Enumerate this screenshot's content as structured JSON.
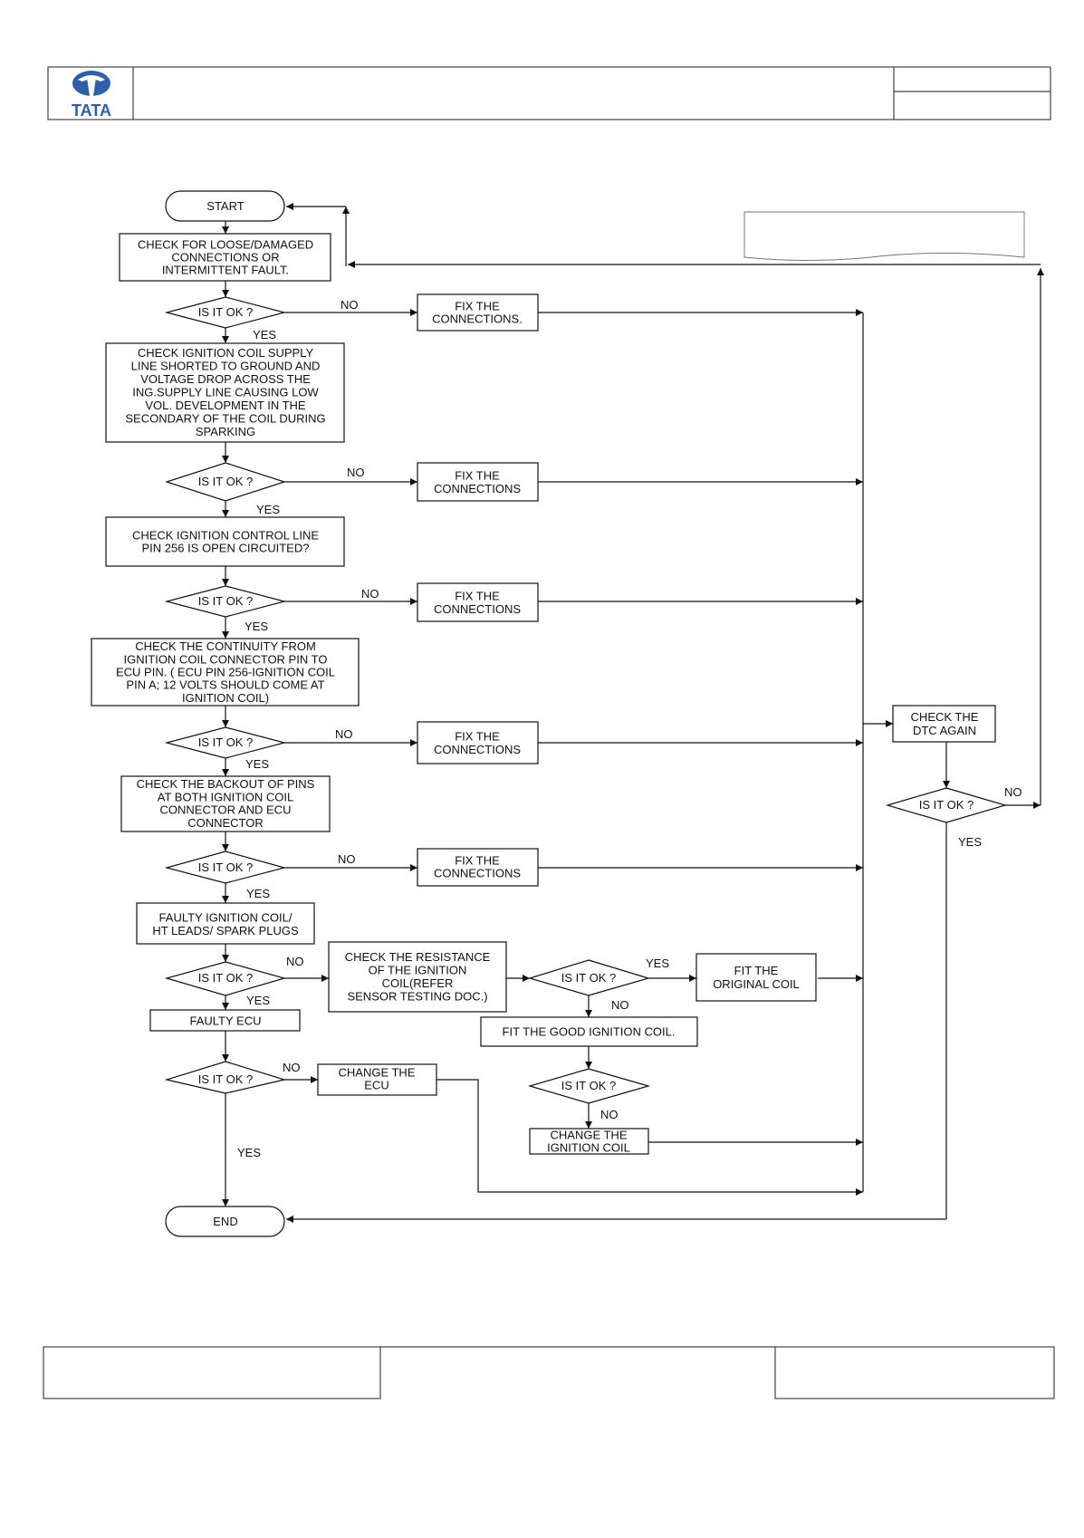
{
  "header": {
    "logo_text": "TATA"
  },
  "flow": {
    "start": "START",
    "end": "END",
    "check_loose": [
      "CHECK FOR LOOSE/DAMAGED",
      "CONNECTIONS OR",
      "INTERMITTENT FAULT."
    ],
    "check_supply": [
      "CHECK IGNITION COIL SUPPLY",
      "LINE SHORTED TO GROUND AND",
      "VOLTAGE DROP ACROSS THE",
      "ING.SUPPLY LINE CAUSING LOW",
      "VOL. DEVELOPMENT IN THE",
      "SECONDARY OF THE COIL DURING",
      "SPARKING"
    ],
    "check_control": [
      "CHECK IGNITION CONTROL LINE",
      "PIN 256 IS OPEN CIRCUITED?"
    ],
    "check_continuity": [
      "CHECK THE  CONTINUITY FROM",
      "IGNITION COIL CONNECTOR PIN TO",
      "ECU PIN. ( ECU PIN 256-IGNITION COIL",
      "PIN A; 12 VOLTS SHOULD COME AT",
      "IGNITION COIL)"
    ],
    "check_backout": [
      "CHECK THE BACKOUT OF PINS",
      "AT BOTH IGNITION COIL",
      "CONNECTOR AND ECU",
      "CONNECTOR"
    ],
    "faulty_coil": [
      "FAULTY IGNITION COIL/",
      "HT LEADS/ SPARK PLUGS"
    ],
    "faulty_ecu": [
      "FAULTY ECU"
    ],
    "fix_1": [
      "FIX THE",
      "CONNECTIONS."
    ],
    "fix_n": [
      "FIX THE",
      "CONNECTIONS"
    ],
    "check_resistance": [
      "CHECK THE RESISTANCE",
      "OF THE IGNITION",
      "COIL(REFER",
      "SENSOR TESTING DOC.)"
    ],
    "fit_original": [
      "FIT THE",
      "ORIGINAL COIL"
    ],
    "fit_good": [
      "FIT THE GOOD IGNITION COIL."
    ],
    "change_ecu": [
      "CHANGE THE",
      "ECU"
    ],
    "change_coil": [
      "CHANGE THE",
      "IGNITION COIL"
    ],
    "check_dtc": [
      "CHECK THE",
      "DTC AGAIN"
    ],
    "decision": "IS IT OK ?",
    "yes": "YES",
    "no": "NO"
  }
}
